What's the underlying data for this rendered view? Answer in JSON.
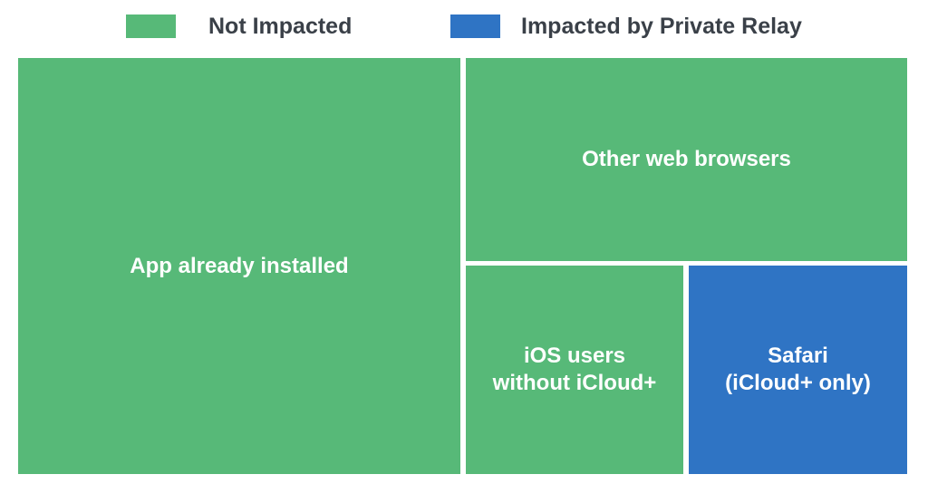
{
  "colors": {
    "not_impacted": "#57b978",
    "impacted": "#2f74c4"
  },
  "legend": [
    {
      "label": "Not Impacted",
      "color": "#57b978"
    },
    {
      "label": "Impacted by Private Relay",
      "color": "#2f74c4"
    }
  ],
  "chart_data": {
    "type": "treemap",
    "title": "",
    "legend_position": "top",
    "categories": [
      "Not Impacted",
      "Impacted by Private Relay"
    ],
    "nodes": [
      {
        "label": "App already installed",
        "category": "Not Impacted"
      },
      {
        "label": "Other web browsers",
        "category": "Not Impacted"
      },
      {
        "label": "iOS users\nwithout iCloud+",
        "category": "Not Impacted"
      },
      {
        "label": "Safari\n(iCloud+ only)",
        "category": "Impacted by Private Relay"
      }
    ]
  }
}
